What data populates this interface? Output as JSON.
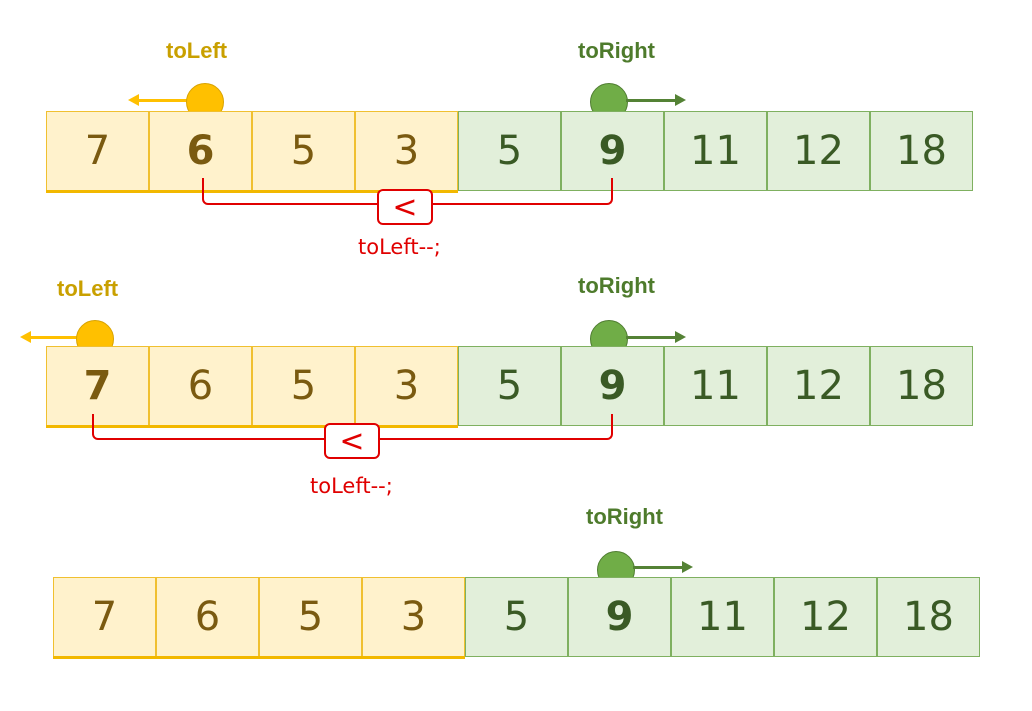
{
  "labels": {
    "to_left": "toLeft",
    "to_right": "toRight"
  },
  "comparison": {
    "symbol": "<",
    "code": "toLeft--;"
  },
  "steps": [
    {
      "cells": [
        "7",
        "6",
        "5",
        "3",
        "5",
        "9",
        "11",
        "12",
        "18"
      ],
      "to_left_index": 1,
      "to_right_index": 5
    },
    {
      "cells": [
        "7",
        "6",
        "5",
        "3",
        "5",
        "9",
        "11",
        "12",
        "18"
      ],
      "to_left_index": 0,
      "to_right_index": 5
    },
    {
      "cells": [
        "7",
        "6",
        "5",
        "3",
        "5",
        "9",
        "11",
        "12",
        "18"
      ],
      "to_right_index": 5
    }
  ],
  "colors": {
    "left_fill": "#fff2cc",
    "right_fill": "#e2efda",
    "to_left_pointer": "#ffc000",
    "to_right_pointer": "#70ad47",
    "comparison": "#e00000"
  }
}
